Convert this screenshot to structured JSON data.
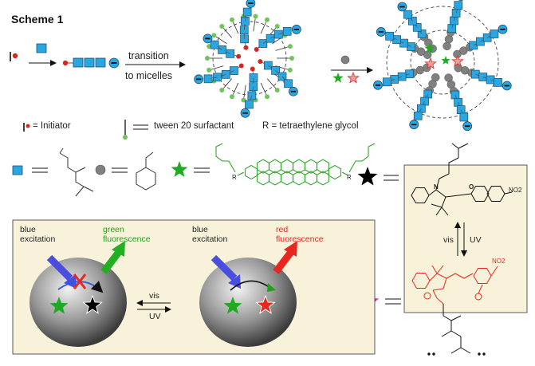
{
  "title": "Scheme 1",
  "step1_label_line1": "transition",
  "step1_label_line2": "to micelles",
  "legend": {
    "initiator": "= Initiator",
    "surfactant": "tween 20 surfactant",
    "r_def": "R = tetraethylene glycol"
  },
  "pdi_r_left": "R",
  "pdi_r_right": "R",
  "left_panel": {
    "excitation_l1": "blue",
    "excitation_l2": "excitation",
    "emission_l1": "green",
    "emission_l2": "fluorescence"
  },
  "right_panel": {
    "excitation_l1": "blue",
    "excitation_l2": "excitation",
    "emission_l1": "red",
    "emission_l2": "fluorescence"
  },
  "arrows": {
    "vis": "vis",
    "uv": "UV"
  },
  "spiro": {
    "vis": "vis",
    "uv": "UV",
    "no2_top": "NO2",
    "no2_bottom": "NO2",
    "n_label": "N",
    "o_label": "O"
  },
  "colors": {
    "monomer_blue": "#2aa6e0",
    "initiator_red": "#d6281e",
    "tween_green": "#6fc45b",
    "styrene_gray": "#808080",
    "green_star": "#1faa22",
    "black_star": "#000000",
    "red_star": "#e8281e",
    "panel_bg": "#f7f2d9",
    "blue_arrow": "#4a4ee0",
    "green_arrow": "#22b022",
    "red_arrow": "#e8281e"
  }
}
